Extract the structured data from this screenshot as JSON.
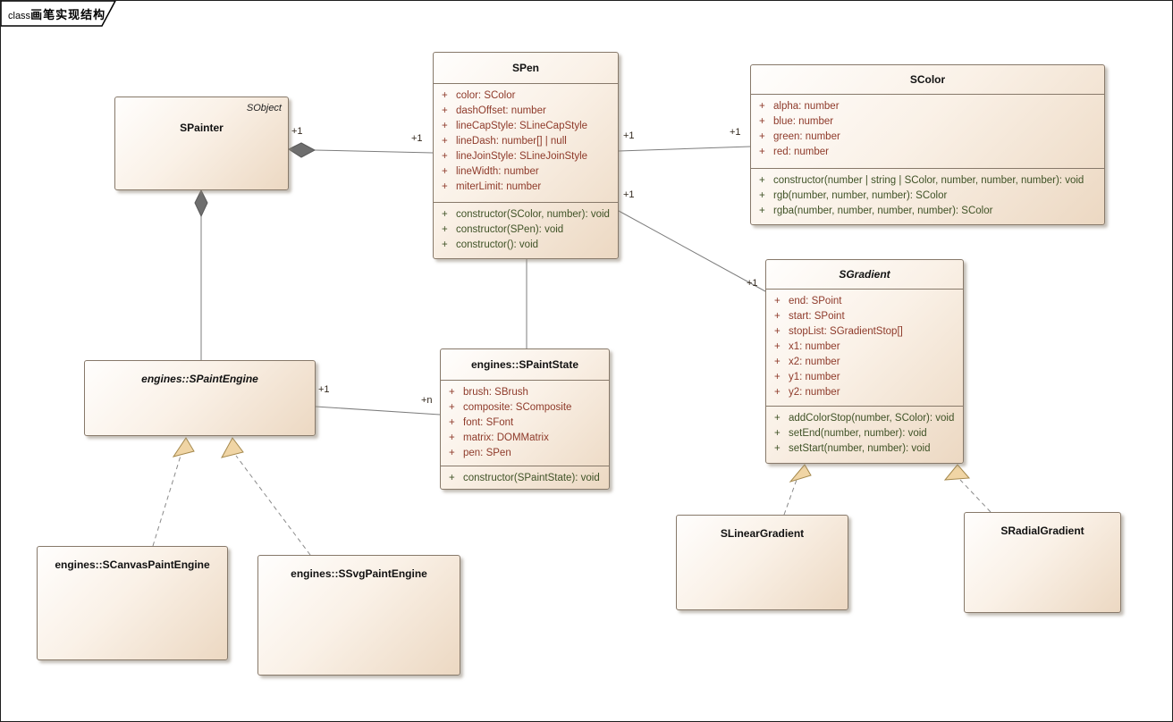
{
  "frame": {
    "keyword": "class",
    "title": "画笔实现结构"
  },
  "colors": {
    "box-border": "#87796a",
    "attribute-text": "#8e3a2a",
    "method-text": "#3f5226",
    "label-text": "#33291e",
    "line": "#7d7d7d",
    "diamond-fill": "#6e6e6e",
    "triangle-fill": "#f0d5a5",
    "triangle-border": "#a5894d"
  },
  "classes": [
    {
      "name": "SPainter",
      "stereotype": "SObject",
      "abstract": false,
      "attributes": [],
      "methods": []
    },
    {
      "name": "SPen",
      "abstract": false,
      "attributes": [
        {
          "v": "+",
          "t": "color: SColor"
        },
        {
          "v": "+",
          "t": "dashOffset: number"
        },
        {
          "v": "+",
          "t": "lineCapStyle: SLineCapStyle"
        },
        {
          "v": "+",
          "t": "lineDash: number[] | null"
        },
        {
          "v": "+",
          "t": "lineJoinStyle: SLineJoinStyle"
        },
        {
          "v": "+",
          "t": "lineWidth: number"
        },
        {
          "v": "+",
          "t": "miterLimit: number"
        }
      ],
      "methods": [
        {
          "v": "+",
          "t": "constructor(SColor, number): void"
        },
        {
          "v": "+",
          "t": "constructor(SPen): void"
        },
        {
          "v": "+",
          "t": "constructor(): void"
        }
      ]
    },
    {
      "name": "SColor",
      "abstract": false,
      "attributes": [
        {
          "v": "+",
          "t": "alpha: number"
        },
        {
          "v": "+",
          "t": "blue: number"
        },
        {
          "v": "+",
          "t": "green: number"
        },
        {
          "v": "+",
          "t": "red: number"
        }
      ],
      "methods": [
        {
          "v": "+",
          "t": "constructor(number | string | SColor, number, number, number): void"
        },
        {
          "v": "+",
          "t": "rgb(number, number, number): SColor"
        },
        {
          "v": "+",
          "t": "rgba(number, number, number, number): SColor"
        }
      ]
    },
    {
      "name": "SGradient",
      "abstract": true,
      "attributes": [
        {
          "v": "+",
          "t": "end: SPoint"
        },
        {
          "v": "+",
          "t": "start: SPoint"
        },
        {
          "v": "+",
          "t": "stopList: SGradientStop[]"
        },
        {
          "v": "+",
          "t": "x1: number"
        },
        {
          "v": "+",
          "t": "x2: number"
        },
        {
          "v": "+",
          "t": "y1: number"
        },
        {
          "v": "+",
          "t": "y2: number"
        }
      ],
      "methods": [
        {
          "v": "+",
          "t": "addColorStop(number, SColor): void"
        },
        {
          "v": "+",
          "t": "setEnd(number, number): void"
        },
        {
          "v": "+",
          "t": "setStart(number, number): void"
        }
      ]
    },
    {
      "name": "engines::SPaintEngine",
      "abstract": true,
      "attributes": [],
      "methods": []
    },
    {
      "name": "engines::SPaintState",
      "abstract": false,
      "attributes": [
        {
          "v": "+",
          "t": "brush: SBrush"
        },
        {
          "v": "+",
          "t": "composite: SComposite"
        },
        {
          "v": "+",
          "t": "font: SFont"
        },
        {
          "v": "+",
          "t": "matrix: DOMMatrix"
        },
        {
          "v": "+",
          "t": "pen: SPen"
        }
      ],
      "methods": [
        {
          "v": "+",
          "t": "constructor(SPaintState): void"
        }
      ]
    },
    {
      "name": "engines::SCanvasPaintEngine",
      "abstract": false,
      "attributes": [],
      "methods": []
    },
    {
      "name": "engines::SSvgPaintEngine",
      "abstract": false,
      "attributes": [],
      "methods": []
    },
    {
      "name": "SLinearGradient",
      "abstract": false,
      "attributes": [],
      "methods": []
    },
    {
      "name": "SRadialGradient",
      "abstract": false,
      "attributes": [],
      "methods": []
    }
  ],
  "connectors": [
    {
      "from": "SPainter",
      "to": "SPen",
      "type": "composition",
      "from_label": "+1",
      "to_label": "+1"
    },
    {
      "from": "SPainter",
      "to": "engines::SPaintEngine",
      "type": "composition"
    },
    {
      "from": "SPen",
      "to": "SColor",
      "type": "association",
      "from_label": "+1",
      "to_label": "+1"
    },
    {
      "from": "SPen",
      "to": "SGradient",
      "type": "association",
      "from_label": "+1",
      "to_label": "+1"
    },
    {
      "from": "engines::SPaintEngine",
      "to": "engines::SPaintState",
      "type": "association",
      "from_label": "+1",
      "to_label": "+n"
    },
    {
      "from": "SPen",
      "to": "engines::SPaintState",
      "type": "association"
    },
    {
      "from": "engines::SCanvasPaintEngine",
      "to": "engines::SPaintEngine",
      "type": "realization"
    },
    {
      "from": "engines::SSvgPaintEngine",
      "to": "engines::SPaintEngine",
      "type": "realization"
    },
    {
      "from": "SLinearGradient",
      "to": "SGradient",
      "type": "realization"
    },
    {
      "from": "SRadialGradient",
      "to": "SGradient",
      "type": "realization"
    }
  ]
}
